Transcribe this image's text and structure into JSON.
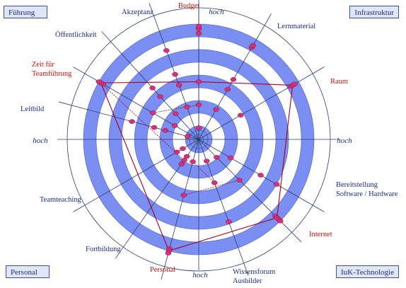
{
  "corners": {
    "top_left": "Führung",
    "top_right": "Infrastruktur",
    "bottom_left": "Personal",
    "bottom_right": "IuK-Technologie"
  },
  "colors": {
    "ring": "#7b8ff2",
    "marker": "#d6307c",
    "line": "#a5001b",
    "axis": "#2c3a6a",
    "label_blue": "#1f2d7a",
    "label_red": "#c3140f"
  },
  "chart_data": {
    "type": "radar",
    "scale": {
      "min": 0,
      "max": 5,
      "ring_count": 5
    },
    "axis_end_label": "hoch",
    "axes": [
      {
        "lines": [
          "Budget"
        ],
        "angle": 0,
        "color": "red"
      },
      {
        "lines": [
          "Lernmaterial"
        ],
        "angle": 30,
        "color": "blue"
      },
      {
        "lines": [
          "Raum"
        ],
        "angle": 60,
        "color": "red"
      },
      {
        "lines": [
          "Bereitstellung",
          "Software / Hardware"
        ],
        "angle": 120,
        "color": "blue"
      },
      {
        "lines": [
          "Internet"
        ],
        "angle": 135,
        "color": "red"
      },
      {
        "lines": [
          "Wissensforum",
          "Ausbilder"
        ],
        "angle": 160,
        "color": "blue"
      },
      {
        "lines": [
          "Personal"
        ],
        "angle": 195,
        "color": "red"
      },
      {
        "lines": [
          "Fortbildung"
        ],
        "angle": 215,
        "color": "blue"
      },
      {
        "lines": [
          "Teamteaching"
        ],
        "angle": 240,
        "color": "blue"
      },
      {
        "lines": [
          "Leitbild"
        ],
        "angle": 285,
        "color": "blue"
      },
      {
        "lines": [
          "Zeit für",
          "Teamführung"
        ],
        "angle": 300,
        "color": "red"
      },
      {
        "lines": [
          "Öffentlichkeit"
        ],
        "angle": 318,
        "color": "blue"
      },
      {
        "lines": [
          "Akzeptanz"
        ],
        "angle": 340,
        "color": "blue"
      }
    ],
    "highlighted_profile": [
      {
        "angle": 0,
        "value": 2.5
      },
      {
        "angle": 60,
        "value": 4.7
      },
      {
        "angle": 135,
        "value": 4.8
      },
      {
        "angle": 195,
        "value": 5.0
      },
      {
        "angle": 300,
        "value": 4.9
      }
    ],
    "points": [
      {
        "angle": 0,
        "value": 0.5
      },
      {
        "angle": 0,
        "value": 1.5
      },
      {
        "angle": 0,
        "value": 2.5
      },
      {
        "angle": 0,
        "value": 4.6
      },
      {
        "angle": 0,
        "value": 4.8
      },
      {
        "angle": 0,
        "value": 4.9
      },
      {
        "angle": 30,
        "value": 1.5
      },
      {
        "angle": 30,
        "value": 2.5
      },
      {
        "angle": 30,
        "value": 3.0
      },
      {
        "angle": 30,
        "value": 4.6
      },
      {
        "angle": 30,
        "value": 4.7
      },
      {
        "angle": 60,
        "value": 2.1
      },
      {
        "angle": 60,
        "value": 4.6
      },
      {
        "angle": 60,
        "value": 4.7
      },
      {
        "angle": 60,
        "value": 4.8
      },
      {
        "angle": 120,
        "value": 1.6
      },
      {
        "angle": 120,
        "value": 3.1
      },
      {
        "angle": 120,
        "value": 3.9
      },
      {
        "angle": 135,
        "value": 1.1
      },
      {
        "angle": 135,
        "value": 2.5
      },
      {
        "angle": 135,
        "value": 4.7
      },
      {
        "angle": 135,
        "value": 4.8
      },
      {
        "angle": 135,
        "value": 4.9
      },
      {
        "angle": 135,
        "value": 5.0
      },
      {
        "angle": 160,
        "value": 1.0
      },
      {
        "angle": 160,
        "value": 2.0
      },
      {
        "angle": 160,
        "value": 3.8
      },
      {
        "angle": 195,
        "value": 1.0
      },
      {
        "angle": 195,
        "value": 2.5
      },
      {
        "angle": 195,
        "value": 4.9
      },
      {
        "angle": 195,
        "value": 5.0
      },
      {
        "angle": 195,
        "value": 5.1
      },
      {
        "angle": 215,
        "value": 0.9
      },
      {
        "angle": 215,
        "value": 1.1
      },
      {
        "angle": 215,
        "value": 1.3
      },
      {
        "angle": 240,
        "value": 0.8
      },
      {
        "angle": 240,
        "value": 1.1
      },
      {
        "angle": 285,
        "value": 0.5
      },
      {
        "angle": 285,
        "value": 1.5
      },
      {
        "angle": 285,
        "value": 2.0
      },
      {
        "angle": 285,
        "value": 3.0
      },
      {
        "angle": 300,
        "value": 1.2
      },
      {
        "angle": 300,
        "value": 2.3
      },
      {
        "angle": 300,
        "value": 4.8
      },
      {
        "angle": 300,
        "value": 4.9
      },
      {
        "angle": 300,
        "value": 5.0
      },
      {
        "angle": 318,
        "value": 1.5
      },
      {
        "angle": 318,
        "value": 2.5
      },
      {
        "angle": 318,
        "value": 3.0
      },
      {
        "angle": 340,
        "value": 1.5
      },
      {
        "angle": 340,
        "value": 2.5
      },
      {
        "angle": 340,
        "value": 3.0
      },
      {
        "angle": 340,
        "value": 4.1
      }
    ]
  }
}
